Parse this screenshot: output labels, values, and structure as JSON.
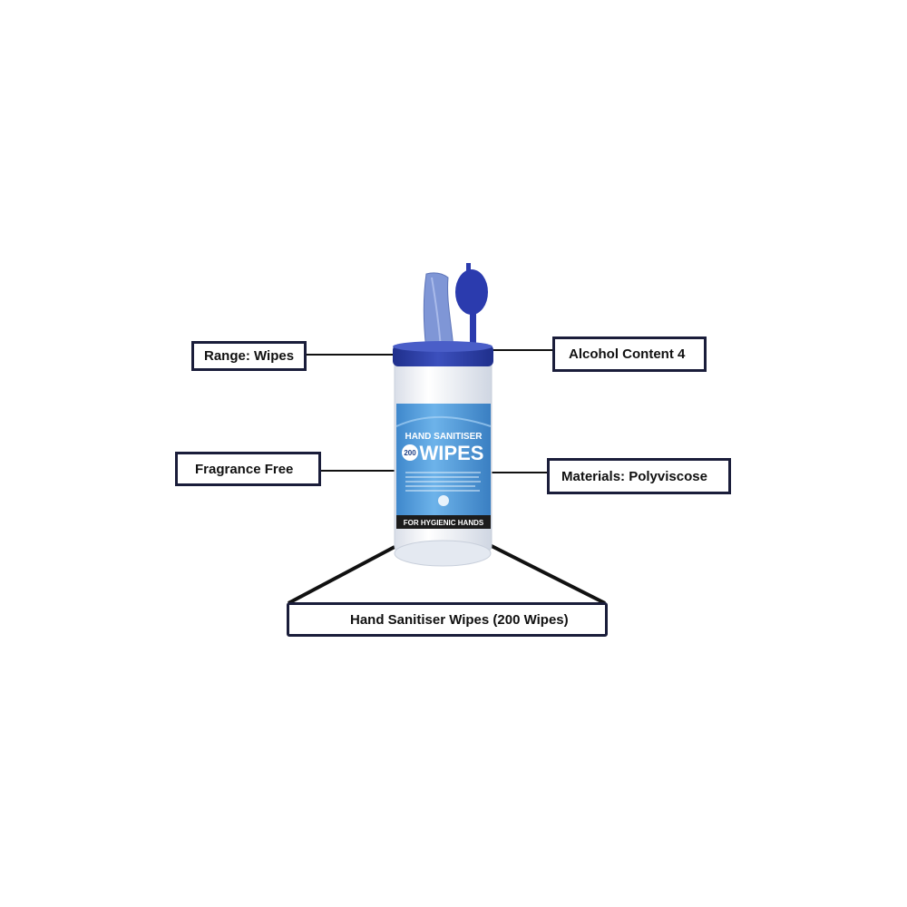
{
  "callouts": {
    "range": "Range: Wipes",
    "alcohol": "Alcohol Content 4",
    "fragrance": "Fragrance Free",
    "materials": "Materials: Polyviscose",
    "product": "Hand Sanitiser Wipes (200 Wipes)"
  },
  "product_label": {
    "line1": "HAND SANITISER",
    "line2": "WIPES",
    "badge": "200",
    "band": "FOR HYGIENIC HANDS"
  },
  "colors": {
    "lid": "#2e3fa6",
    "label_blue": "#5aa6e0",
    "tub": "#f2f5fa",
    "band": "#1c1c1c",
    "wipe": "#7f96d6",
    "callout_border": "#1a1d3a"
  }
}
